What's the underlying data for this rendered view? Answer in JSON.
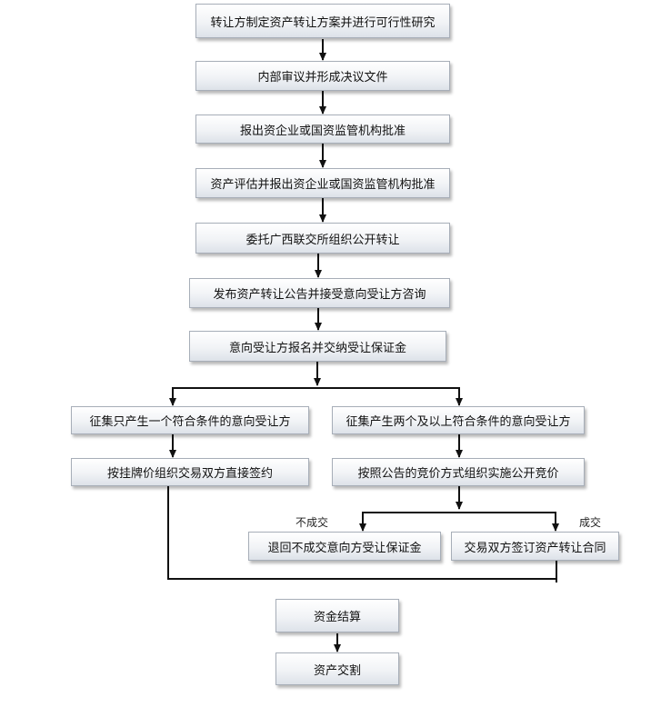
{
  "steps": {
    "s1": "转让方制定资产转让方案并进行可行性研究",
    "s2": "内部审议并形成决议文件",
    "s3": "报出资企业或国资监管机构批准",
    "s4": "资产评估并报出资企业或国资监管机构批准",
    "s5": "委托广西联交所组织公开转让",
    "s6": "发布资产转让公告并接受意向受让方咨询",
    "s7": "意向受让方报名并交纳受让保证金",
    "left_branch": "征集只产生一个符合条件的意向受让方",
    "right_branch": "征集产生两个及以上符合条件的意向受让方",
    "left_sign": "按挂牌价组织交易双方直接签约",
    "right_bid": "按照公告的竞价方式组织实施公开竞价",
    "fail_result": "退回不成交意向方受让保证金",
    "success_result": "交易双方签订资产转让合同",
    "settlement": "资金结算",
    "handover": "资产交割"
  },
  "labels": {
    "fail": "不成交",
    "success": "成交"
  }
}
